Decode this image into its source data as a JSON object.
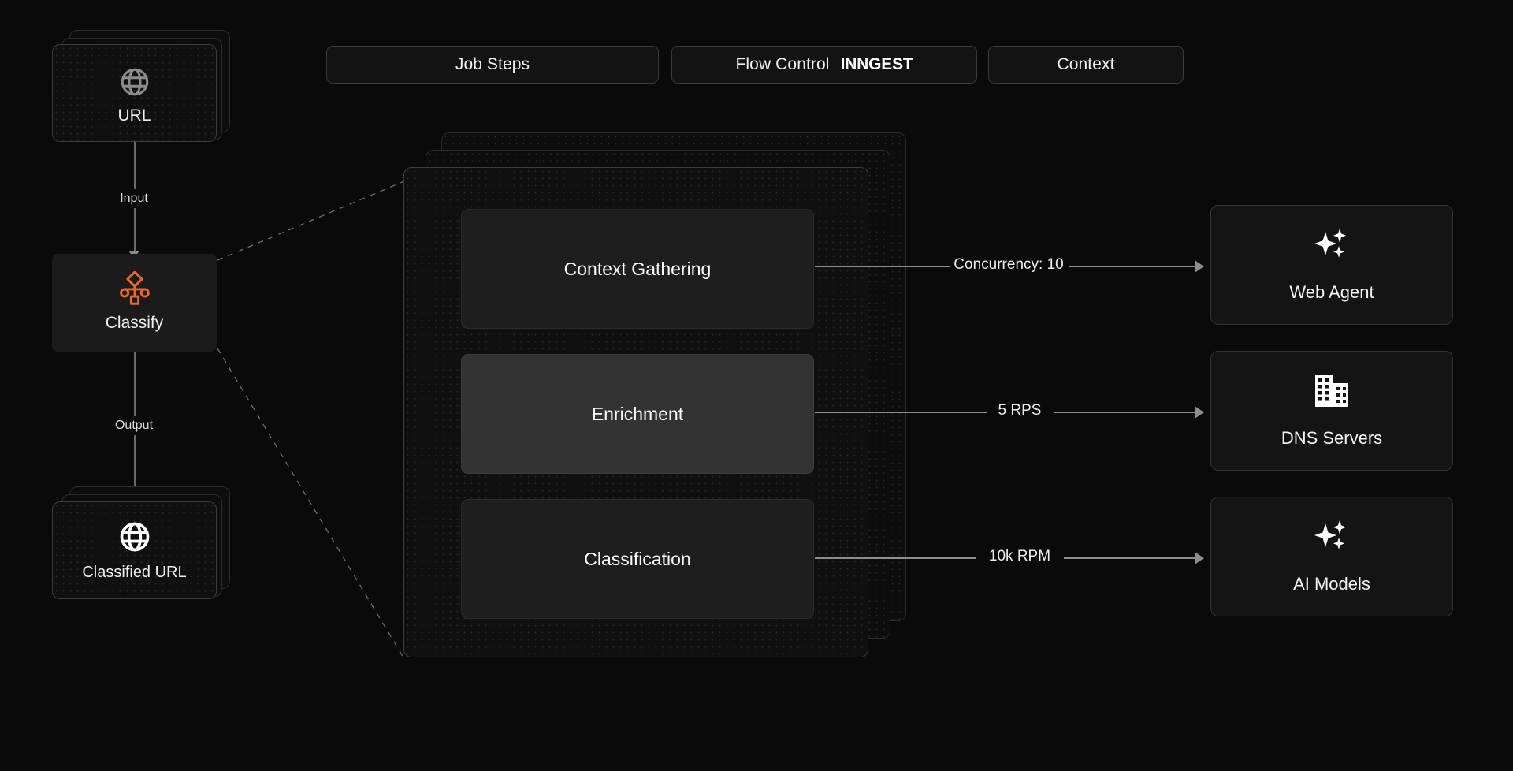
{
  "theme": {
    "background": "#0a0a0a",
    "card_background": "#101010",
    "panel_border": "#3c3c3c",
    "accent_orange": "#f0662c",
    "text_primary": "#f5f5f5",
    "line_color": "#8d8d8d",
    "step_highlight_background": "#333333"
  },
  "header": {
    "tabs": [
      {
        "label": "Job Steps",
        "name": "tab-job-steps"
      },
      {
        "label": "Flow Control",
        "name": "tab-flow-control",
        "brand": "INNGEST"
      },
      {
        "label": "Context",
        "name": "tab-context"
      }
    ]
  },
  "pipeline": {
    "input_node": {
      "label": "URL",
      "icon": "globe-icon",
      "stacked": true
    },
    "input_edge_label": "Input",
    "process_node": {
      "label": "Classify",
      "icon": "classify-nodes-icon"
    },
    "output_edge_label": "Output",
    "output_node": {
      "label": "Classified URL",
      "icon": "globe-icon",
      "stacked": true
    }
  },
  "job_steps": {
    "steps": [
      {
        "label": "Context Gathering",
        "highlighted": false
      },
      {
        "label": "Enrichment",
        "highlighted": true
      },
      {
        "label": "Classification",
        "highlighted": false
      }
    ]
  },
  "flow_control": {
    "connectors": [
      {
        "label": "Concurrency: 10",
        "from": "Context Gathering",
        "to": "Web Agent"
      },
      {
        "label": "5 RPS",
        "from": "Enrichment",
        "to": "DNS Servers"
      },
      {
        "label": "10k RPM",
        "from": "Classification",
        "to": "AI Models"
      }
    ]
  },
  "context": {
    "cards": [
      {
        "label": "Web Agent",
        "icon": "sparkles-icon"
      },
      {
        "label": "DNS Servers",
        "icon": "building-icon"
      },
      {
        "label": "AI Models",
        "icon": "sparkles-icon"
      }
    ]
  }
}
